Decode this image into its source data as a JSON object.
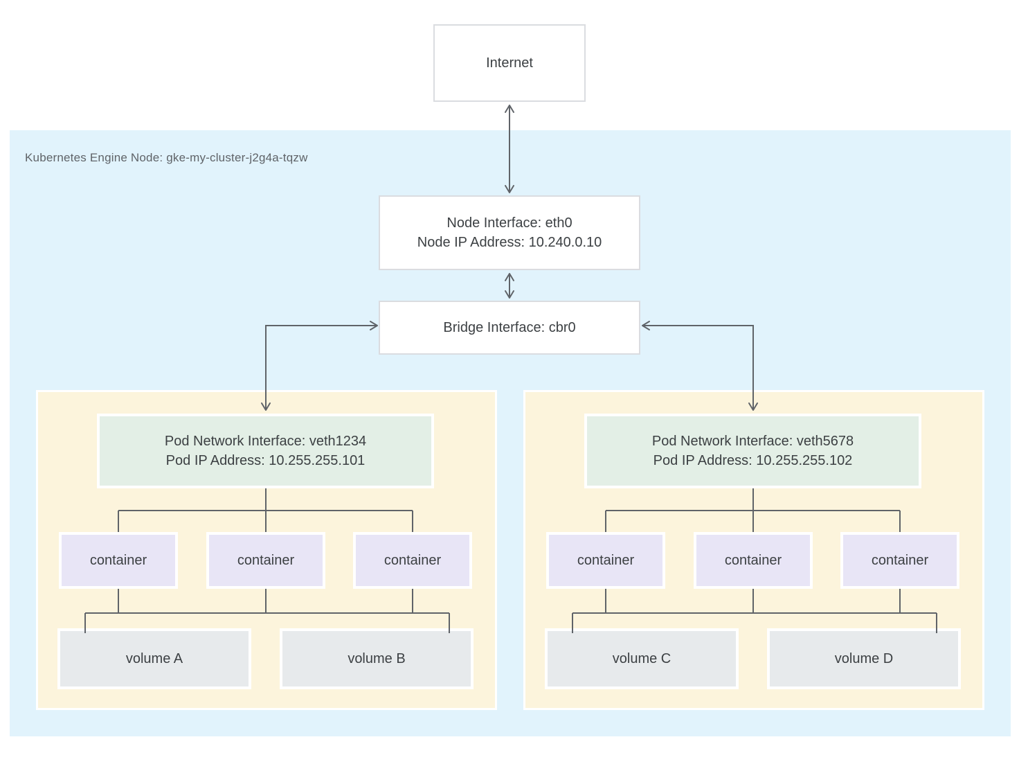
{
  "internet": {
    "label": "Internet"
  },
  "node_region": {
    "label": "Kubernetes Engine Node: gke-my-cluster-j2g4a-tqzw",
    "node_interface": {
      "line1": "Node Interface: eth0",
      "line2": "Node IP Address: 10.240.0.10"
    },
    "bridge_interface": {
      "label": "Bridge Interface: cbr0"
    }
  },
  "pods": [
    {
      "network_interface": {
        "line1": "Pod Network Interface: veth1234",
        "line2": "Pod IP Address: 10.255.255.101"
      },
      "containers": [
        {
          "label": "container"
        },
        {
          "label": "container"
        },
        {
          "label": "container"
        }
      ],
      "volumes": [
        {
          "label": "volume A"
        },
        {
          "label": "volume B"
        }
      ]
    },
    {
      "network_interface": {
        "line1": "Pod Network Interface: veth5678",
        "line2": "Pod IP Address: 10.255.255.102"
      },
      "containers": [
        {
          "label": "container"
        },
        {
          "label": "container"
        },
        {
          "label": "container"
        }
      ],
      "volumes": [
        {
          "label": "volume C"
        },
        {
          "label": "volume D"
        }
      ]
    }
  ],
  "colors": {
    "node_region_bg": "#E1F3FC",
    "pod_bg": "#FCF4DC",
    "pod_interface_bg": "#E3EFE6",
    "container_bg": "#E8E5F6",
    "volume_bg": "#E7EAEC",
    "white_box_border": "#DADCE0",
    "connector": "#5F6368",
    "box_text": "#3C4043",
    "region_label_text": "#5F6368"
  }
}
